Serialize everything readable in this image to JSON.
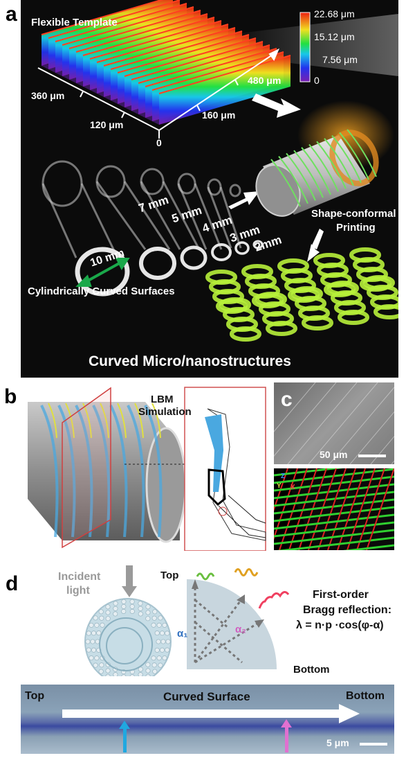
{
  "panel_a": {
    "letter": "a",
    "flexible_template": "Flexible Template",
    "colorbar": {
      "max": "22.68 μm",
      "mid": "15.12 μm",
      "low": "7.56 μm",
      "zero": "0"
    },
    "axis_labels": {
      "x480": "480 μm",
      "y360": "360 μm",
      "y120": "120 μm",
      "x160": "160 μm",
      "origin": "0"
    },
    "tube_sizes": [
      "7 mm",
      "5 mm",
      "4 mm",
      "3 mm",
      "2mm"
    ],
    "diameter_label": "10 mm",
    "shape_conformal_line1": "Shape-conformal",
    "shape_conformal_line2": "Printing",
    "cylindrical_label": "Cylindrically Curved Surfaces",
    "bottom_title": "Curved Micro/nanostructures"
  },
  "panel_b": {
    "letter": "b",
    "lbm_line1": "LBM",
    "lbm_line2": "Simulation"
  },
  "panel_c": {
    "letter": "c",
    "scale": "50 μm",
    "axis_z": "Z",
    "axis_y": "Y",
    "axis_x": "X"
  },
  "panel_d": {
    "letter": "d",
    "incident_line1": "Incident",
    "incident_line2": "light",
    "top_label": "Top",
    "bottom_label": "Bottom",
    "alpha1": "α₁",
    "alpha2": "α₂",
    "bragg_line1": "First-order",
    "bragg_line2": "Bragg reflection:",
    "bragg_line3": "λ = n·p ·cos(φ-α)",
    "strip_top": "Top",
    "strip_title": "Curved Surface",
    "strip_bottom": "Bottom",
    "strip_scale": "5 μm"
  },
  "colors": {
    "blue_fluid": "#4aa8e0",
    "green_helix": "#b7ef3a",
    "orange_glow": "#f0a020",
    "pink_marker": "#e070d0",
    "cyan_marker": "#20a8e0"
  }
}
